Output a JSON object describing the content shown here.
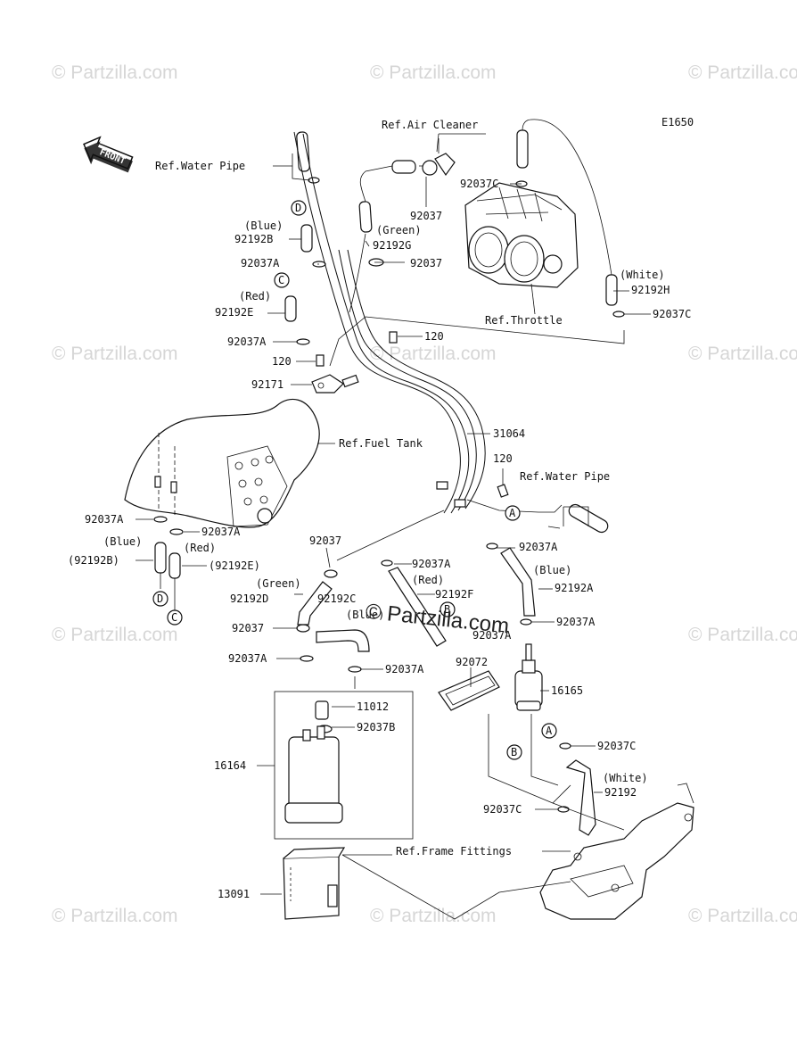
{
  "watermarks": [
    "© Partzilla.com"
  ],
  "center_watermark": "© Partzilla.com",
  "diagram_code": "E1650",
  "front_label": "FRONT",
  "labels": {
    "ref_water_pipe_top": "Ref.Water Pipe",
    "ref_air_cleaner": "Ref.Air Cleaner",
    "p92037C_a": "92037C",
    "p92037_a": "92037",
    "d_blue": "(Blue)",
    "p92192B": "92192B",
    "green_a": "(Green)",
    "p92192G": "92192G",
    "p92037A_a": "92037A",
    "p92037_b": "92037",
    "white_a": "(White)",
    "p92192H": "92192H",
    "red_a": "(Red)",
    "p92192E": "92192E",
    "ref_throttle": "Ref.Throttle",
    "p92037C_b": "92037C",
    "p92037A_b": "92037A",
    "p120_a": "120",
    "p120_b": "120",
    "p92171": "92171",
    "ref_fuel_tank": "Ref.Fuel Tank",
    "p31064": "31064",
    "p120_c": "120",
    "ref_water_pipe_mid": "Ref.Water Pipe",
    "p92037A_c": "92037A",
    "p92037A_d": "92037A",
    "blue_b": "(Blue)",
    "p92192B_paren": "(92192B)",
    "red_b": "(Red)",
    "p92192E_paren": "(92192E)",
    "p92037_c": "92037",
    "p92037A_e": "92037A",
    "p92037A_f": "92037A",
    "green_b": "(Green)",
    "p92192D": "92192D",
    "p92192C": "92192C",
    "blue_c": "(Blue)",
    "red_c": "(Red)",
    "p92192F": "92192F",
    "blue_d": "(Blue)",
    "p92192A": "92192A",
    "p92037_d": "92037",
    "p92037A_g": "92037A",
    "p92037A_h": "92037A",
    "p92037A_i": "92037A",
    "p92037A_j": "92037A",
    "p92072": "92072",
    "p11012": "11012",
    "p92037B": "92037B",
    "p16165": "16165",
    "p16164": "16164",
    "p92037C_c": "92037C",
    "white_b": "(White)",
    "p92192": "92192",
    "p92037C_d": "92037C",
    "ref_frame_fittings": "Ref.Frame Fittings",
    "p13091": "13091"
  },
  "callouts": {
    "D_top": "D",
    "C_top": "C",
    "A_mid": "A",
    "D_bottom": "D",
    "C_bottom": "C",
    "B_mid": "B",
    "A_lower": "A",
    "B_lower": "B"
  }
}
